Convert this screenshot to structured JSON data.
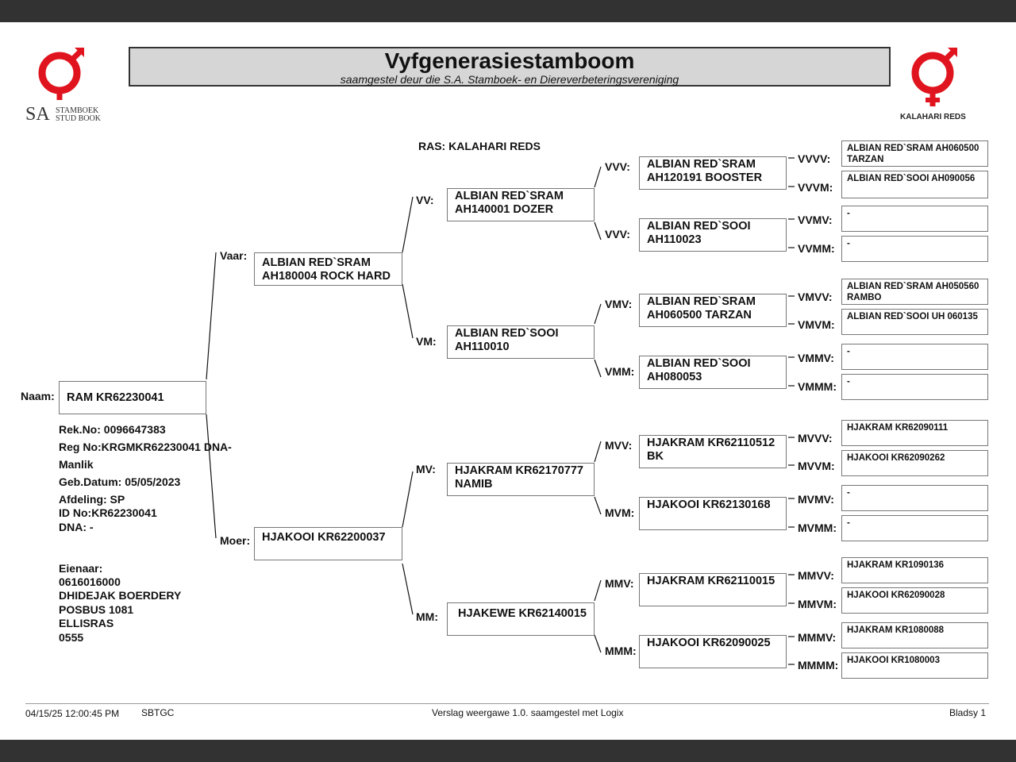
{
  "header": {
    "title": "Vyfgenerasiestamboom",
    "subtitle": "saamgestel deur die S.A. Stamboek- en Diereverbeteringsvereniging",
    "logo_left_text_sa": "SA",
    "logo_left_text_1": "STAMBOEK",
    "logo_left_text_2": "STUD BOOK",
    "logo_right_text": "KALAHARI REDS",
    "ras": "RAS: KALAHARI REDS",
    "brand_red": "#e0141e"
  },
  "animal": {
    "naam_label": "Naam:",
    "naam": "RAM KR62230041",
    "rek": "Rek.No: 0096647383",
    "reg": "Reg No:KRGMKR62230041 DNA-",
    "sex": "Manlik",
    "geb": "Geb.Datum: 05/05/2023",
    "afdeling": "Afdeling: SP",
    "id": "ID No:KR62230041",
    "dna": "DNA: -"
  },
  "owner": {
    "label": "Eienaar:",
    "number": "0616016000",
    "name": "DHIDEJAK BOERDERY",
    "address1": "POSBUS 1081",
    "address2": "ELLISRAS",
    "code": "0555"
  },
  "gen1": {
    "vaar_label": "Vaar:",
    "vaar": "ALBIAN RED`SRAM AH180004 ROCK HARD",
    "moer_label": "Moer:",
    "moer": "HJAKOOI KR62200037"
  },
  "gen2": {
    "vv_label": "VV:",
    "vv": "ALBIAN RED`SRAM AH140001 DOZER",
    "vm_label": "VM:",
    "vm": "ALBIAN RED`SOOI AH110010",
    "mv_label": "MV:",
    "mv": "HJAKRAM KR62170777 NAMIB",
    "mm_label": "MM:",
    "mm": "HJAKEWE KR62140015"
  },
  "gen3": {
    "vvv_label": "VVV:",
    "vvv": "ALBIAN RED`SRAM AH120191 BOOSTER",
    "vvm_label": "VVV:",
    "vvm": "ALBIAN RED`SOOI AH110023",
    "vmv_label": "VMV:",
    "vmv": "ALBIAN RED`SRAM AH060500 TARZAN",
    "vmm_label": "VMM:",
    "vmm": "ALBIAN RED`SOOI AH080053",
    "mvv_label": "MVV:",
    "mvv": "HJAKRAM KR62110512 BK",
    "mvm_label": "MVM:",
    "mvm": "HJAKOOI KR62130168",
    "mmv_label": "MMV:",
    "mmv": "HJAKRAM KR62110015",
    "mmm_label": "MMM:",
    "mmm": "HJAKOOI KR62090025"
  },
  "gen4": [
    {
      "label": "VVVV:",
      "value": "ALBIAN RED`SRAM AH060500 TARZAN"
    },
    {
      "label": "VVVM:",
      "value": "ALBIAN RED`SOOI AH090056"
    },
    {
      "label": "VVMV:",
      "value": "-"
    },
    {
      "label": "VVMM:",
      "value": "-"
    },
    {
      "label": "VMVV:",
      "value": "ALBIAN RED`SRAM AH050560 RAMBO"
    },
    {
      "label": "VMVM:",
      "value": "ALBIAN RED`SOOI UH 060135"
    },
    {
      "label": "VMMV:",
      "value": "-"
    },
    {
      "label": "VMMM:",
      "value": "-"
    },
    {
      "label": "MVVV:",
      "value": "HJAKRAM KR62090111"
    },
    {
      "label": "MVVM:",
      "value": "HJAKOOI KR62090262"
    },
    {
      "label": "MVMV:",
      "value": "-"
    },
    {
      "label": "MVMM:",
      "value": "-"
    },
    {
      "label": "MMVV:",
      "value": "HJAKRAM KR1090136"
    },
    {
      "label": "MMVM:",
      "value": "HJAKOOI KR62090028"
    },
    {
      "label": "MMMV:",
      "value": "HJAKRAM KR1080088"
    },
    {
      "label": "MMMM:",
      "value": "HJAKOOI KR1080003"
    }
  ],
  "footer": {
    "timestamp": "04/15/25 12:00:45 PM",
    "code": "SBTGC",
    "version": "Verslag weergawe 1.0. saamgestel met Logix",
    "page": "Bladsy 1"
  }
}
